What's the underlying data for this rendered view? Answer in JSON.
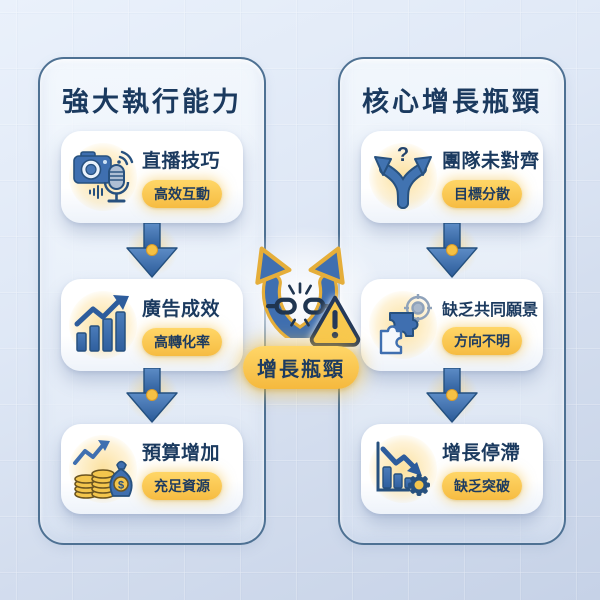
{
  "colors": {
    "background_top": "#eaf1fb",
    "background_bottom": "#c6d2e7",
    "panel_border": "#4e7193",
    "text_navy": "#1b3a5f",
    "primary_blue": "#3f6fb0",
    "accent_yellow": "#f6c144"
  },
  "left_panel": {
    "title": "強大執行能力",
    "cards": [
      {
        "title": "直播技巧",
        "badge": "高效互動",
        "icon": "camera-microphone-icon"
      },
      {
        "title": "廣告成效",
        "badge": "高轉化率",
        "icon": "rising-bar-chart-icon"
      },
      {
        "title": "預算增加",
        "badge": "充足資源",
        "icon": "coins-money-bag-icon"
      }
    ]
  },
  "right_panel": {
    "title": "核心增長瓶頸",
    "cards": [
      {
        "title": "團隊未對齊",
        "badge": "目標分散",
        "icon": "diverging-arrows-question-icon"
      },
      {
        "title": "缺乏共同願景",
        "badge": "方向不明",
        "icon": "puzzle-target-icon"
      },
      {
        "title": "增長停滯",
        "badge": "缺乏突破",
        "icon": "declining-chart-gear-icon"
      }
    ]
  },
  "center": {
    "badge": "增長瓶頸",
    "icon": "broken-chain-diverging-arrows-warning-icon"
  }
}
